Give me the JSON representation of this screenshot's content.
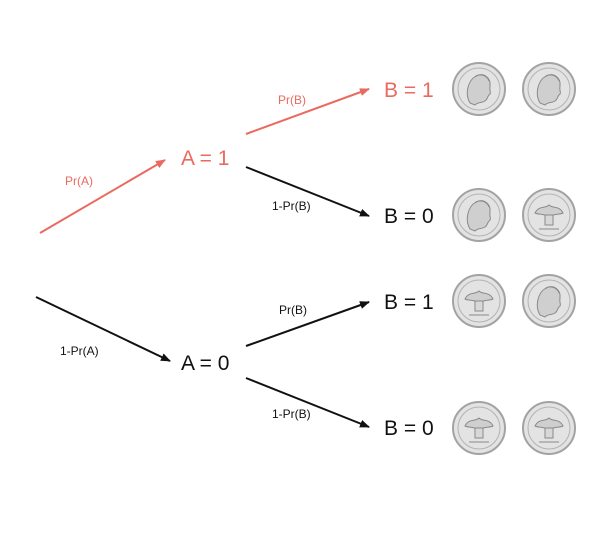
{
  "colors": {
    "highlight": "#ea6a60",
    "default": "#111111",
    "coin_fill": "#e3e3e3",
    "coin_rim": "#a3a3a3"
  },
  "diagram": {
    "nodes": {
      "a1": "A = 1",
      "a0": "A = 0",
      "a1_b1": "B = 1",
      "a1_b0": "B = 0",
      "a0_b1": "B = 1",
      "a0_b0": "B = 0"
    },
    "edges": {
      "root_a1": "Pr(A)",
      "root_a0": "1-Pr(A)",
      "a1_b1": "Pr(B)",
      "a1_b0": "1-Pr(B)",
      "a0_b1": "Pr(B)",
      "a0_b0": "1-Pr(B)"
    },
    "coin_rows": [
      {
        "row": "a1_b1",
        "coins": [
          "heads-coin-icon",
          "heads-coin-icon"
        ]
      },
      {
        "row": "a1_b0",
        "coins": [
          "heads-coin-icon",
          "tails-coin-icon"
        ]
      },
      {
        "row": "a0_b1",
        "coins": [
          "tails-coin-icon",
          "heads-coin-icon"
        ]
      },
      {
        "row": "a0_b0",
        "coins": [
          "tails-coin-icon",
          "tails-coin-icon"
        ]
      }
    ]
  }
}
